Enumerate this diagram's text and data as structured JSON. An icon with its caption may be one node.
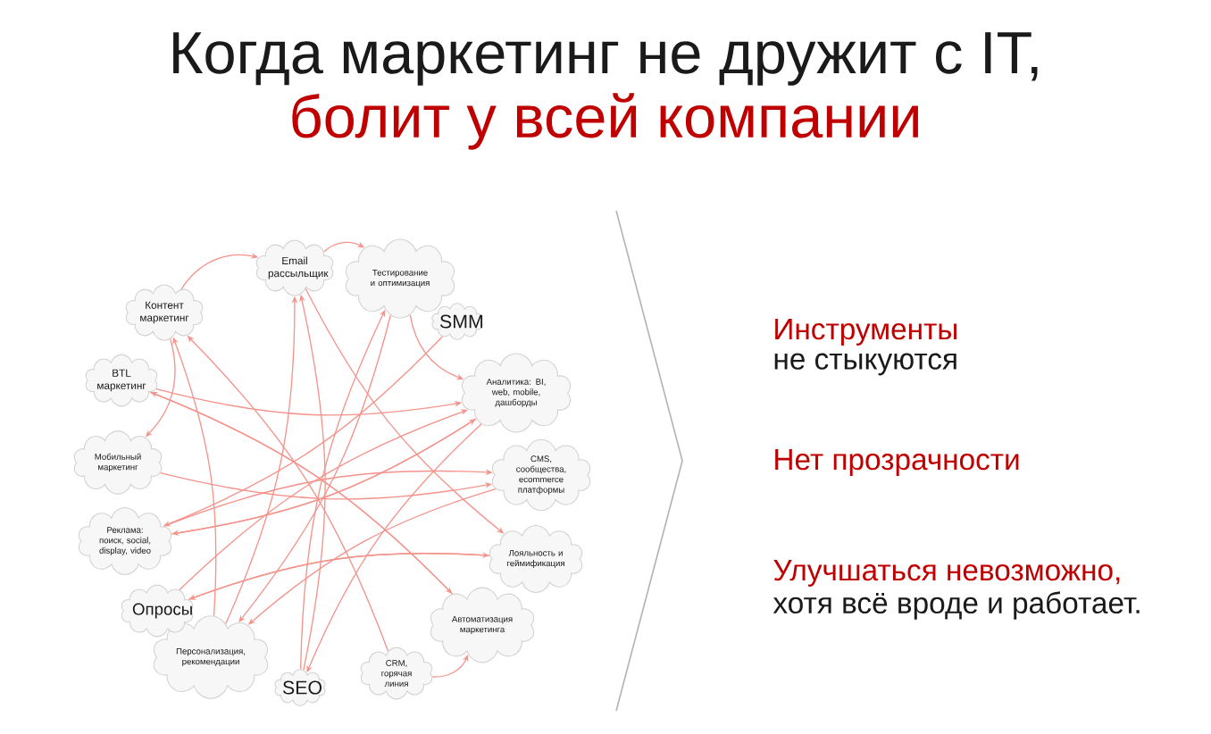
{
  "diagram": {
    "title": "Когда маркетинг не дружит с IT,",
    "nodes": [
      {
        "text": [
          "Email рассыльщик"
        ]
      },
      {
        "text": [
          "Тестирование и оптимизация"
        ]
      },
      {
        "text": [
          "SMM"
        ]
      },
      {
        "text": [
          "Аналитика: BI, web, mobile, дашборды"
        ]
      },
      {
        "text": [
          "CMS, сообщества, ecommerce платформы"
        ]
      },
      {
        "text": [
          "Лояльность и геймификация"
        ]
      },
      {
        "text": [
          "Автоматизация маркетинга"
        ]
      },
      {
        "text": [
          "CRM, горячая линия"
        ]
      },
      {
        "text": [
          "SEO"
        ]
      },
      {
        "text": [
          "Персонализация, рекомендации"
        ]
      },
      {
        "text": [
          "Опросы"
        ]
      },
      {
        "text": [
          "Реклама: поиск, social, display, video"
        ]
      },
      {
        "text": [
          "Мобильный маркетинг"
        ]
      },
      {
        "text": [
          "BTL маркетинг"
        ]
      },
      {
        "text": [
          "Контент маркетинг"
        ]
      }
    ],
    "edges": [
      {
        "from": 14,
        "to": 0,
        "arrow": "to"
      },
      {
        "from": 0,
        "to": 1,
        "arrow": "to"
      },
      {
        "from": 14,
        "to": 12,
        "arrow": "to"
      },
      {
        "from": 7,
        "to": 6,
        "arrow": "to"
      },
      {
        "from": 1,
        "to": 3,
        "arrow": "to"
      },
      {
        "from": 1,
        "to": 9,
        "arrow": "to"
      },
      {
        "from": 0,
        "to": 5,
        "arrow": "to"
      },
      {
        "from": 13,
        "to": 3,
        "arrow": "to"
      },
      {
        "from": 13,
        "to": 6,
        "arrow": "to"
      },
      {
        "from": 11,
        "to": 3,
        "arrow": "to"
      },
      {
        "from": 11,
        "to": 4,
        "arrow": "to"
      },
      {
        "from": 10,
        "to": 3,
        "arrow": "to"
      },
      {
        "from": 10,
        "to": 5,
        "arrow": "to"
      },
      {
        "from": 8,
        "to": 0,
        "arrow": "to"
      },
      {
        "from": 8,
        "to": 1,
        "arrow": "to"
      },
      {
        "from": 9,
        "to": 14,
        "arrow": "to"
      },
      {
        "from": 9,
        "to": 0,
        "arrow": "to"
      },
      {
        "from": 7,
        "to": 14,
        "arrow": "to"
      },
      {
        "from": 6,
        "to": 13,
        "arrow": "to"
      },
      {
        "from": 2,
        "to": 11,
        "arrow": "to"
      },
      {
        "from": 3,
        "to": 11,
        "arrow": "to"
      },
      {
        "from": 4,
        "to": 9,
        "arrow": "to"
      },
      {
        "from": 5,
        "to": 10,
        "arrow": "to"
      },
      {
        "from": 3,
        "to": 8,
        "arrow": "to"
      },
      {
        "from": 12,
        "to": 4,
        "arrow": "to"
      }
    ],
    "labels": [
      "болит у всей компании",
      "Инструменты",
      "не стыкуются",
      "Нет прозрачности",
      "Улучшаться невозможно,",
      "хотя всё вроде и работает."
    ]
  }
}
